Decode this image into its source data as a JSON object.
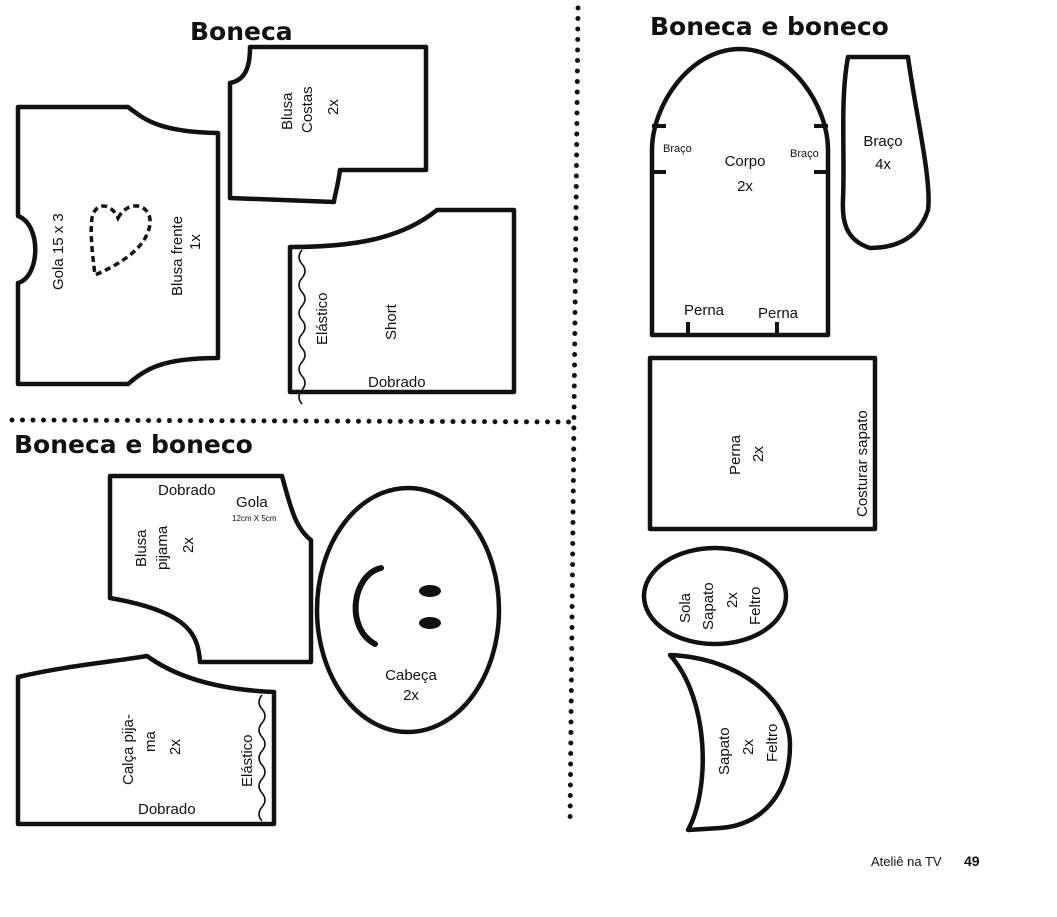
{
  "sections": {
    "boneca_title": "Boneca",
    "boneca_e_boneco_title_right": "Boneca e boneco",
    "boneca_e_boneco_title_left": "Boneca e boneco"
  },
  "pieces": {
    "blusa_costas": {
      "line1": "Blusa",
      "line2": "Costas",
      "qty": "2x"
    },
    "gola_15x3": "Gola 15 x 3",
    "blusa_frente": {
      "line1": "Blusa frente",
      "qty": "1x"
    },
    "short": {
      "label": "Short",
      "elastic": "Elástico",
      "fold": "Dobrado"
    },
    "blusa_pijama": {
      "fold": "Dobrado",
      "gola": "Gola",
      "gola_size": "12cm X 5cm",
      "line1": "Blusa",
      "line2": "pijama",
      "qty": "2x"
    },
    "calca_pijama": {
      "line1": "Calça pija-",
      "line2": "ma",
      "qty": "2x",
      "elastic": "Elástico",
      "fold": "Dobrado"
    },
    "cabeca": {
      "label": "Cabeça",
      "qty": "2x"
    },
    "corpo": {
      "label": "Corpo",
      "qty": "2x",
      "braco_left": "Braço",
      "braco_right": "Braço",
      "perna_left": "Perna",
      "perna_right": "Perna"
    },
    "braco": {
      "label": "Braço",
      "qty": "4x"
    },
    "perna": {
      "label": "Perna",
      "qty": "2x",
      "side": "Costurar sapato"
    },
    "sola": {
      "line1": "Sola",
      "line2": "Sapato",
      "qty": "2x",
      "line3": "Feltro"
    },
    "sapato": {
      "line1": "Sapato",
      "qty": "2x",
      "line2": "Feltro"
    }
  },
  "footer": {
    "publication": "Ateliê na TV",
    "page": "49"
  }
}
